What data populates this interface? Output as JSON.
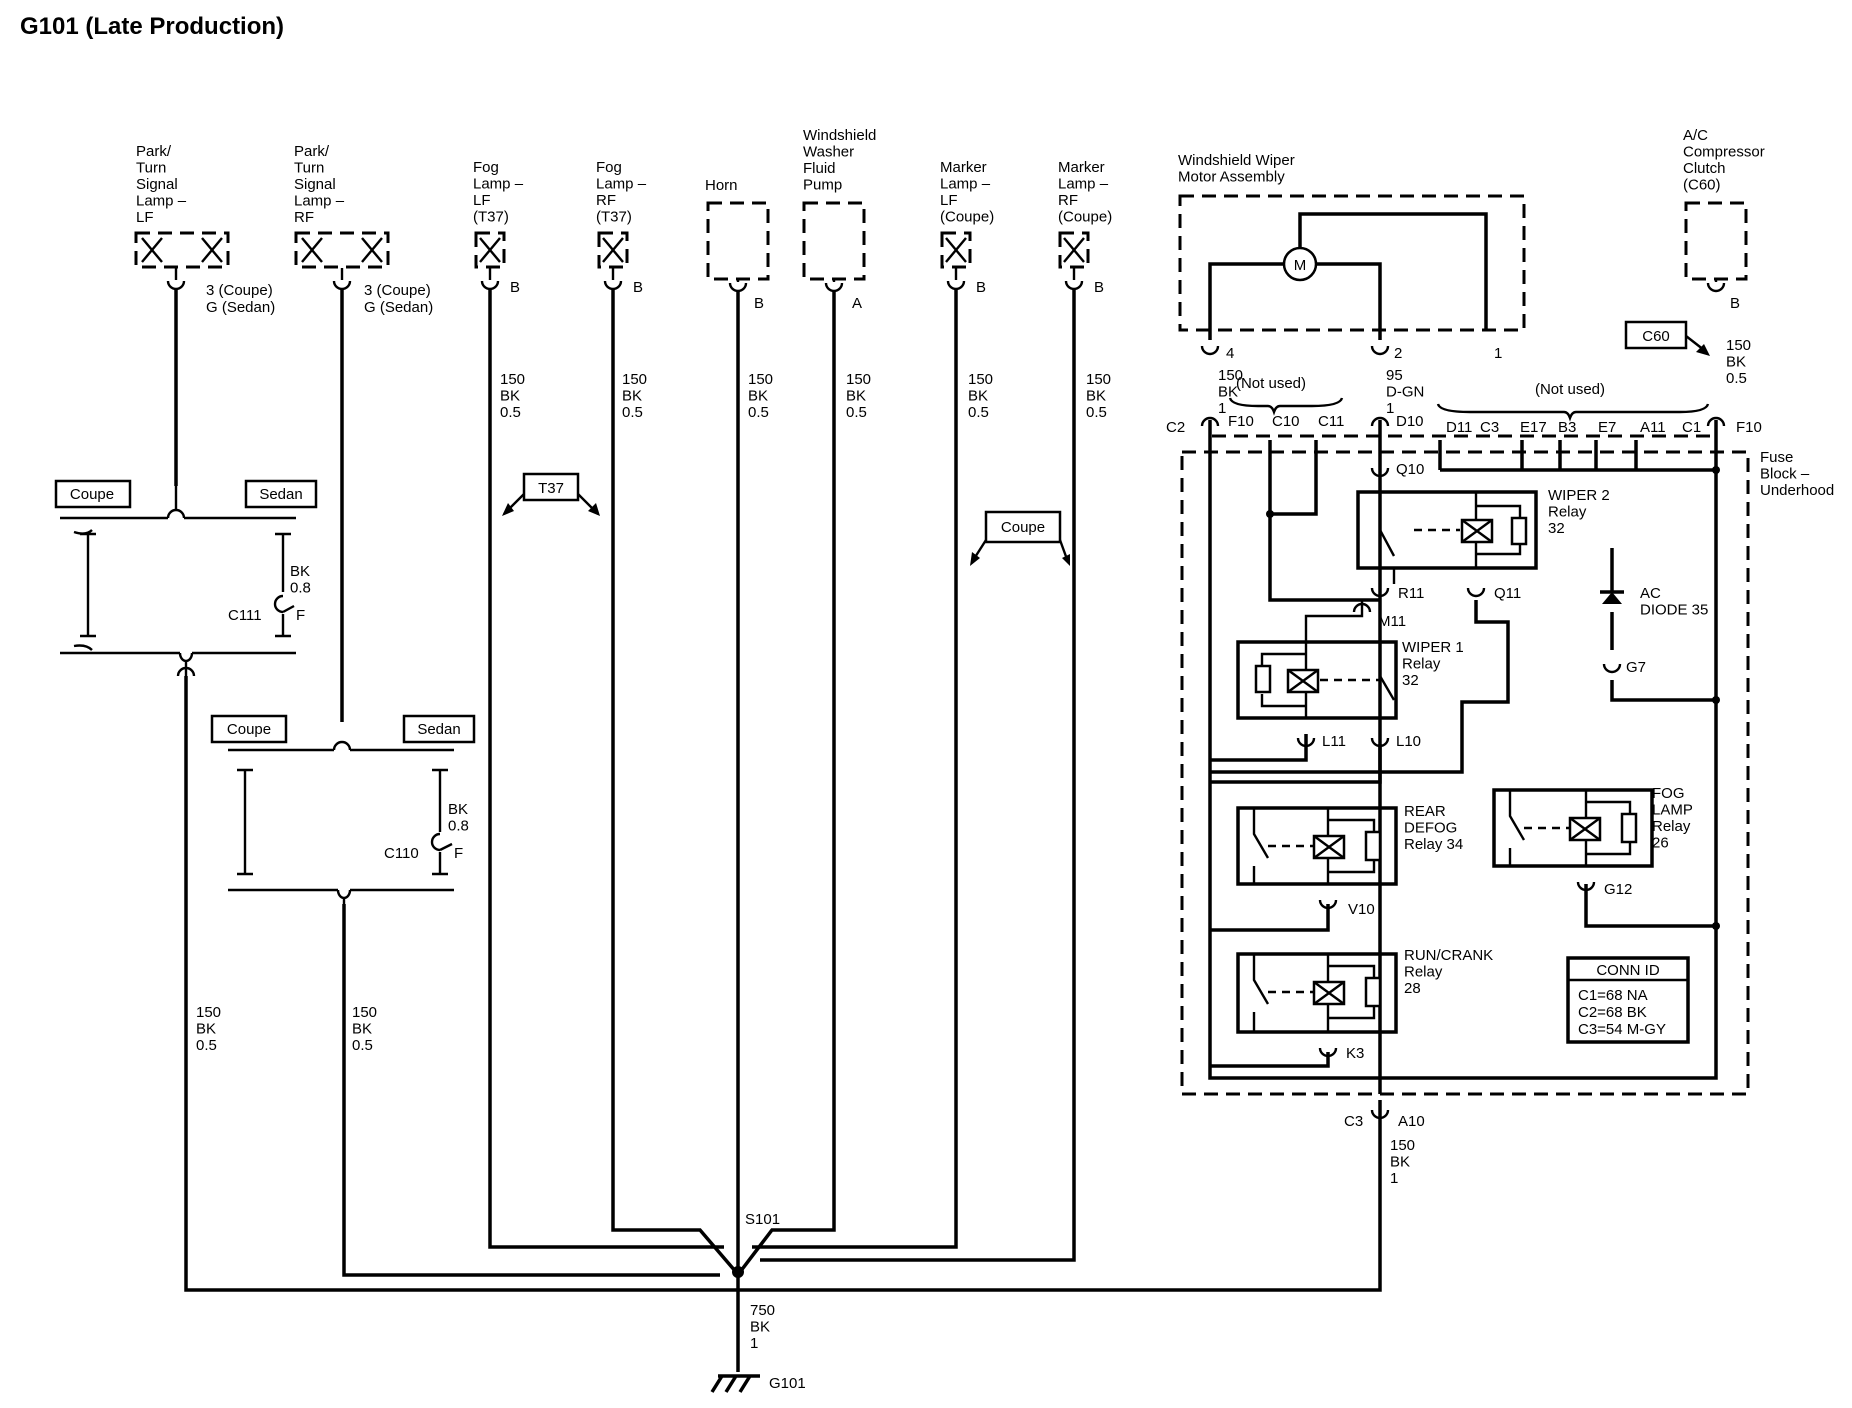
{
  "title": "G101 (Late Production)",
  "components": {
    "park_lf": [
      "Park/",
      "Turn",
      "Signal",
      "Lamp –",
      "LF"
    ],
    "park_rf": [
      "Park/",
      "Turn",
      "Signal",
      "Lamp –",
      "RF"
    ],
    "fog_lf": [
      "Fog",
      "Lamp –",
      "LF",
      "(T37)"
    ],
    "fog_rf": [
      "Fog",
      "Lamp –",
      "RF",
      "(T37)"
    ],
    "horn": [
      "Horn"
    ],
    "washer": [
      "Windshield",
      "Washer",
      "Fluid",
      "Pump"
    ],
    "marker_lf": [
      "Marker",
      "Lamp –",
      "LF",
      "(Coupe)"
    ],
    "marker_rf": [
      "Marker",
      "Lamp –",
      "RF",
      "(Coupe)"
    ],
    "wiper_motor": [
      "Windshield Wiper",
      "Motor Assembly"
    ],
    "ac_clutch": [
      "A/C",
      "Compressor",
      "Clutch",
      "(C60)"
    ],
    "fuse_block": [
      "Fuse",
      "Block –",
      "Underhood"
    ]
  },
  "motor_symbol": "M",
  "pins": {
    "park_lf": [
      "3 (Coupe)",
      "G (Sedan)"
    ],
    "park_rf": [
      "3 (Coupe)",
      "G (Sedan)"
    ],
    "fog_lf": "B",
    "fog_rf": "B",
    "horn": "B",
    "washer": "A",
    "marker_lf": "B",
    "marker_rf": "B",
    "ac": "B",
    "motor_4": "4",
    "motor_2": "2",
    "motor_1": "1"
  },
  "wires": {
    "w150_05": [
      "150",
      "BK",
      "0.5"
    ],
    "w150_1": [
      "150",
      "BK",
      "1"
    ],
    "w95": [
      "95",
      "D-GN",
      "1"
    ],
    "bk08": [
      "BK",
      "0.8"
    ],
    "w750": [
      "750",
      "BK",
      "1"
    ]
  },
  "labels": {
    "coupe": "Coupe",
    "sedan": "Sedan",
    "t37": "T37",
    "c60": "C60",
    "c111": "C111",
    "c110": "C110",
    "f": "F",
    "not_used": "(Not used)",
    "s101": "S101",
    "g101": "G101",
    "c2": "C2",
    "c3": "C3",
    "c1": "C1",
    "f10": "F10",
    "a10": "A10"
  },
  "fuse_pins": [
    "C10",
    "C11",
    "D10",
    "D11",
    "C3",
    "E17",
    "B3",
    "E7",
    "A11"
  ],
  "relays": {
    "wiper2": [
      "WIPER 2",
      "Relay",
      "32"
    ],
    "wiper1": [
      "WIPER 1",
      "Relay",
      "32"
    ],
    "rear_defog": [
      "REAR",
      "DEFOG",
      "Relay 34"
    ],
    "fog_lamp": [
      "FOG",
      "LAMP",
      "Relay",
      "26"
    ],
    "run_crank": [
      "RUN/CRANK",
      "Relay",
      "28"
    ]
  },
  "relay_pins": {
    "q10": "Q10",
    "r11": "R11",
    "q11": "Q11",
    "m11": "M11",
    "l11": "L11",
    "l10": "L10",
    "v10": "V10",
    "g12": "G12",
    "k3": "K3",
    "g7": "G7"
  },
  "diode": [
    "AC",
    "DIODE 35"
  ],
  "conn_id": {
    "header": "CONN ID",
    "rows": [
      "C1=68 NA",
      "C2=68 BK",
      "C3=54 M-GY"
    ]
  }
}
